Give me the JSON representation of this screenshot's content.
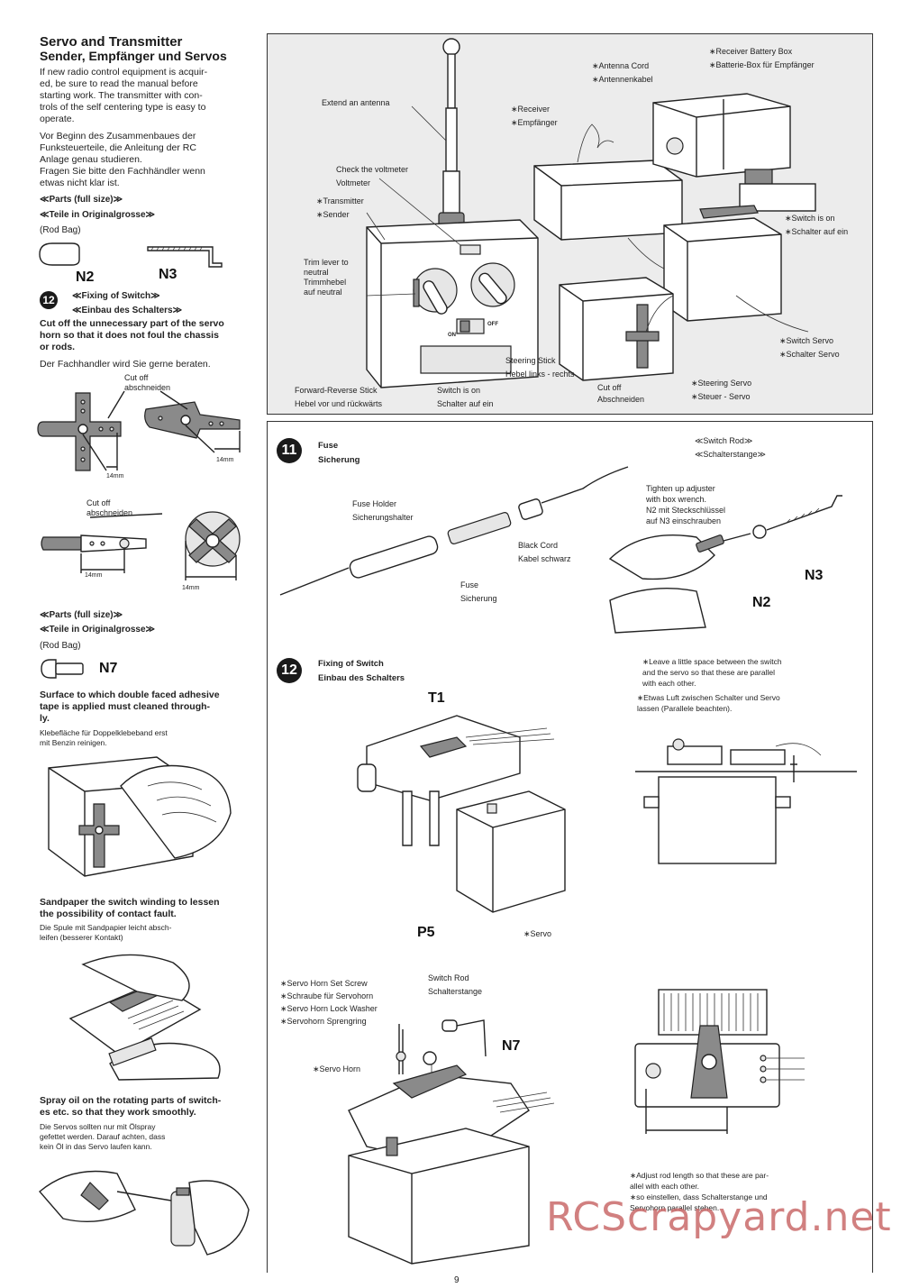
{
  "left": {
    "title1": "Servo and Transmitter",
    "title2": "Sender, Empfänger und Servos",
    "intro_en": "If new radio control equipment is acquir-\ned, be sure to read the manual before\nstarting work. The transmitter with con-\ntrols of the self centering type is easy to\noperate.",
    "intro_de": "Vor Beginn des Zusammenbaues der\nFunksteuerteile, die Anleitung der RC\nAnlage genau studieren.\nFragen Sie bitte den Fachhändler wenn\netwas nicht klar ist.",
    "parts_en": "≪Parts (full size)≫",
    "parts_de": "≪Teile in Originalgrosse≫",
    "rod_bag": "(Rod Bag)",
    "n2": "N2",
    "n3": "N3",
    "step12_num": "12",
    "step12_en": "≪Fixing of Switch≫",
    "step12_de": "≪Einbau des Schalters≫",
    "cut_en": "Cut off the unnecessary part of the servo\nhorn so that it does not foul the chassis\nor rods.",
    "cut_de": "Der Fachhandler wird Sie gerne beraten.",
    "cutoff1": "Cut off\nabschneiden",
    "cutoff2": "Cut off\nabschneiden",
    "dim": "14mm",
    "parts2_en": "≪Parts (full size)≫",
    "parts2_de": "≪Teile in Originalgrosse≫",
    "rod_bag2": "(Rod Bag)",
    "n7": "N7",
    "surface_en": "Surface to which double faced adhesive\ntape is applied must cleaned through-\nly.",
    "surface_de": "Klebefläche für Doppelklebeband erst\nmit Benzin reinigen.",
    "sand_en": "Sandpaper the switch winding to lessen\nthe possibility of contact fault.",
    "sand_de": "Die Spule mit Sandpapier leicht absch-\nleifen (besserer Kontakt)",
    "spray_en": "Spray oil on the rotating parts of switch-\nes etc. so that they work smoothly.",
    "spray_de": "Die Servos sollten nur mit Ölspray\ngefettet werden. Darauf achten, dass\nkein Öl in das Servo laufen kann."
  },
  "top": {
    "antenna": "Extend an antenna",
    "antenna_cord": "∗Antenna Cord\n∗Antennenkabel",
    "receiver": "∗Receiver\n∗Empfänger",
    "battery": "∗Receiver Battery Box\n∗Batterie-Box für Empfänger",
    "voltmeter": "Check the voltmeter\nVoltmeter",
    "transmitter": "∗Transmitter\n∗Sender",
    "switch_on": "∗Switch is on\n∗Schalter auf ein",
    "trim": "Trim lever to\nneutral\nTrimmhebel\nauf neutral",
    "switch_servo": "∗Switch Servo\n∗Schalter Servo",
    "steering_stick": "Steering Stick\nHebel links - rechts",
    "steering_servo": "∗Steering Servo\n∗Steuer - Servo",
    "cutoff": "Cut off\nAbschneiden",
    "fwd": "Forward-Reverse Stick\nHebel vor und rückwärts",
    "switch_is_on": "Switch is on\nSchalter auf ein",
    "on": "ON",
    "off": "OFF"
  },
  "bottom": {
    "step11_num": "11",
    "step11_en": "Fuse",
    "step11_de": "Sicherung",
    "fuse_holder": "Fuse Holder\nSicherungshalter",
    "black_cord": "Black Cord\nKabel schwarz",
    "fuse": "Fuse\nSicherung",
    "switch_rod_hdr": "≪Switch Rod≫\n≪Schalterstange≫",
    "tighten": "Tighten up adjuster\nwith box wrench.\nN2 mit Steckschlüssel\nauf N3 einschrauben",
    "n3": "N3",
    "n2": "N2",
    "step12_num": "12",
    "step12_en": "Fixing of Switch",
    "step12_de": "Einbau des Schalters",
    "t1": "T1",
    "p5": "P5",
    "servo": "∗Servo",
    "leave_en": "∗Leave a little space between the switch\nand the servo so that these are parallel\nwith each other.",
    "leave_de": "∗Etwas Luft zwischen Schalter und Servo\nlassen (Parallele beachten).",
    "horn_list": "∗Servo Horn Set Screw\n∗Schraube für Servohorn\n∗Servo Horn Lock Washer\n∗Servohorn Sprengring",
    "switch_rod": "Switch Rod\nSchalterstange",
    "n7": "N7",
    "servo_horn": "∗Servo Horn",
    "adjust": "∗Adjust rod length so that these are par-\nallel with each other.\n∗so einstellen, dass Schalterstange und\nServohorn parallel stehen."
  },
  "watermark": "RCScrapyard.net",
  "page_num": "9"
}
